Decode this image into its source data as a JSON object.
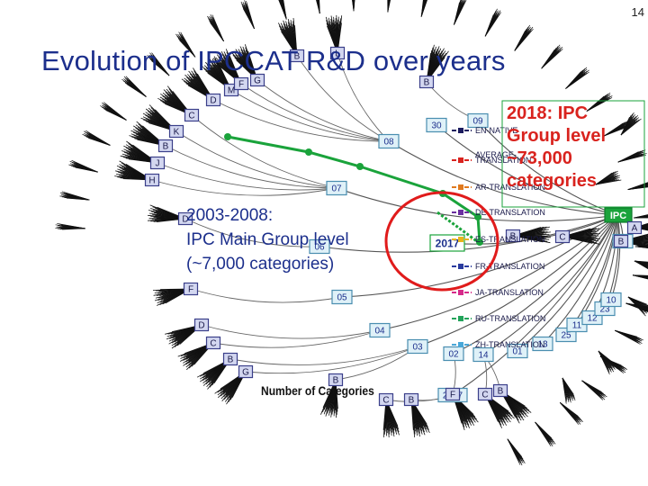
{
  "page_number": "14",
  "title": "Evolution of IPCCAT R&D over years",
  "annotations": {
    "left": [
      "2003-2008:",
      "IPC Main Group level",
      "(~7,000 categories)"
    ],
    "right": [
      "2018: IPC",
      "Group level",
      "~73,000",
      "categories"
    ]
  },
  "axis_caption": "Number of Categories",
  "year_nodes": [
    {
      "label": "08",
      "role": "year"
    },
    {
      "label": "07",
      "role": "year"
    },
    {
      "label": "06",
      "role": "year"
    },
    {
      "label": "05",
      "role": "year"
    },
    {
      "label": "04",
      "role": "year"
    },
    {
      "label": "03",
      "role": "year"
    },
    {
      "label": "30",
      "role": "year"
    },
    {
      "label": "09",
      "role": "year"
    },
    {
      "label": "2017",
      "role": "highlight"
    },
    {
      "label": "2017",
      "role": "year"
    },
    {
      "label": "IPC",
      "role": "root"
    },
    {
      "label": "02",
      "role": "year"
    },
    {
      "label": "14",
      "role": "year"
    },
    {
      "label": "01",
      "role": "year"
    },
    {
      "label": "13",
      "role": "year"
    },
    {
      "label": "25",
      "role": "year"
    },
    {
      "label": "11",
      "role": "year"
    },
    {
      "label": "12",
      "role": "year"
    },
    {
      "label": "23",
      "role": "year"
    },
    {
      "label": "10",
      "role": "year"
    },
    {
      "label": "B",
      "role": "year"
    }
  ],
  "section_letters": [
    "D",
    "M",
    "F",
    "G",
    "C",
    "K",
    "B",
    "J",
    "H",
    "D",
    "F",
    "D",
    "C",
    "B",
    "G",
    "B",
    "C",
    "B",
    "F",
    "C",
    "B",
    "B",
    "L",
    "B",
    "C",
    "A",
    "B",
    "B"
  ],
  "translation_legend": [
    {
      "label": "EN-NATIVE",
      "color": "#1a1a5e"
    },
    {
      "label": "AVERAGE-TRANSLATION",
      "color": "#d9231e"
    },
    {
      "label": "AR-TRANSLATION",
      "color": "#e07a1f"
    },
    {
      "label": "DE-TRANSLATION",
      "color": "#6a2fa0"
    },
    {
      "label": "ES-TRANSLATION",
      "color": "#e8b51a"
    },
    {
      "label": "FR-TRANSLATION",
      "color": "#2a3b9e"
    },
    {
      "label": "JA-TRANSLATION",
      "color": "#d62a8a"
    },
    {
      "label": "RU-TRANSLATION",
      "color": "#22a35a"
    },
    {
      "label": "ZH-TRANSLATION",
      "color": "#4aa7d8"
    }
  ],
  "colors": {
    "title": "#1c2f8c",
    "annotation_left": "#1c2f8c",
    "annotation_right": "#d9231e",
    "highlight_circle": "#e01b1b",
    "path_green": "#1aa33b",
    "node_fill": "#dff1f8",
    "node_border": "#4a8eb0",
    "letter_fill": "#d3d7f0",
    "letter_border": "#3b3f8a",
    "branch": "#555555"
  }
}
